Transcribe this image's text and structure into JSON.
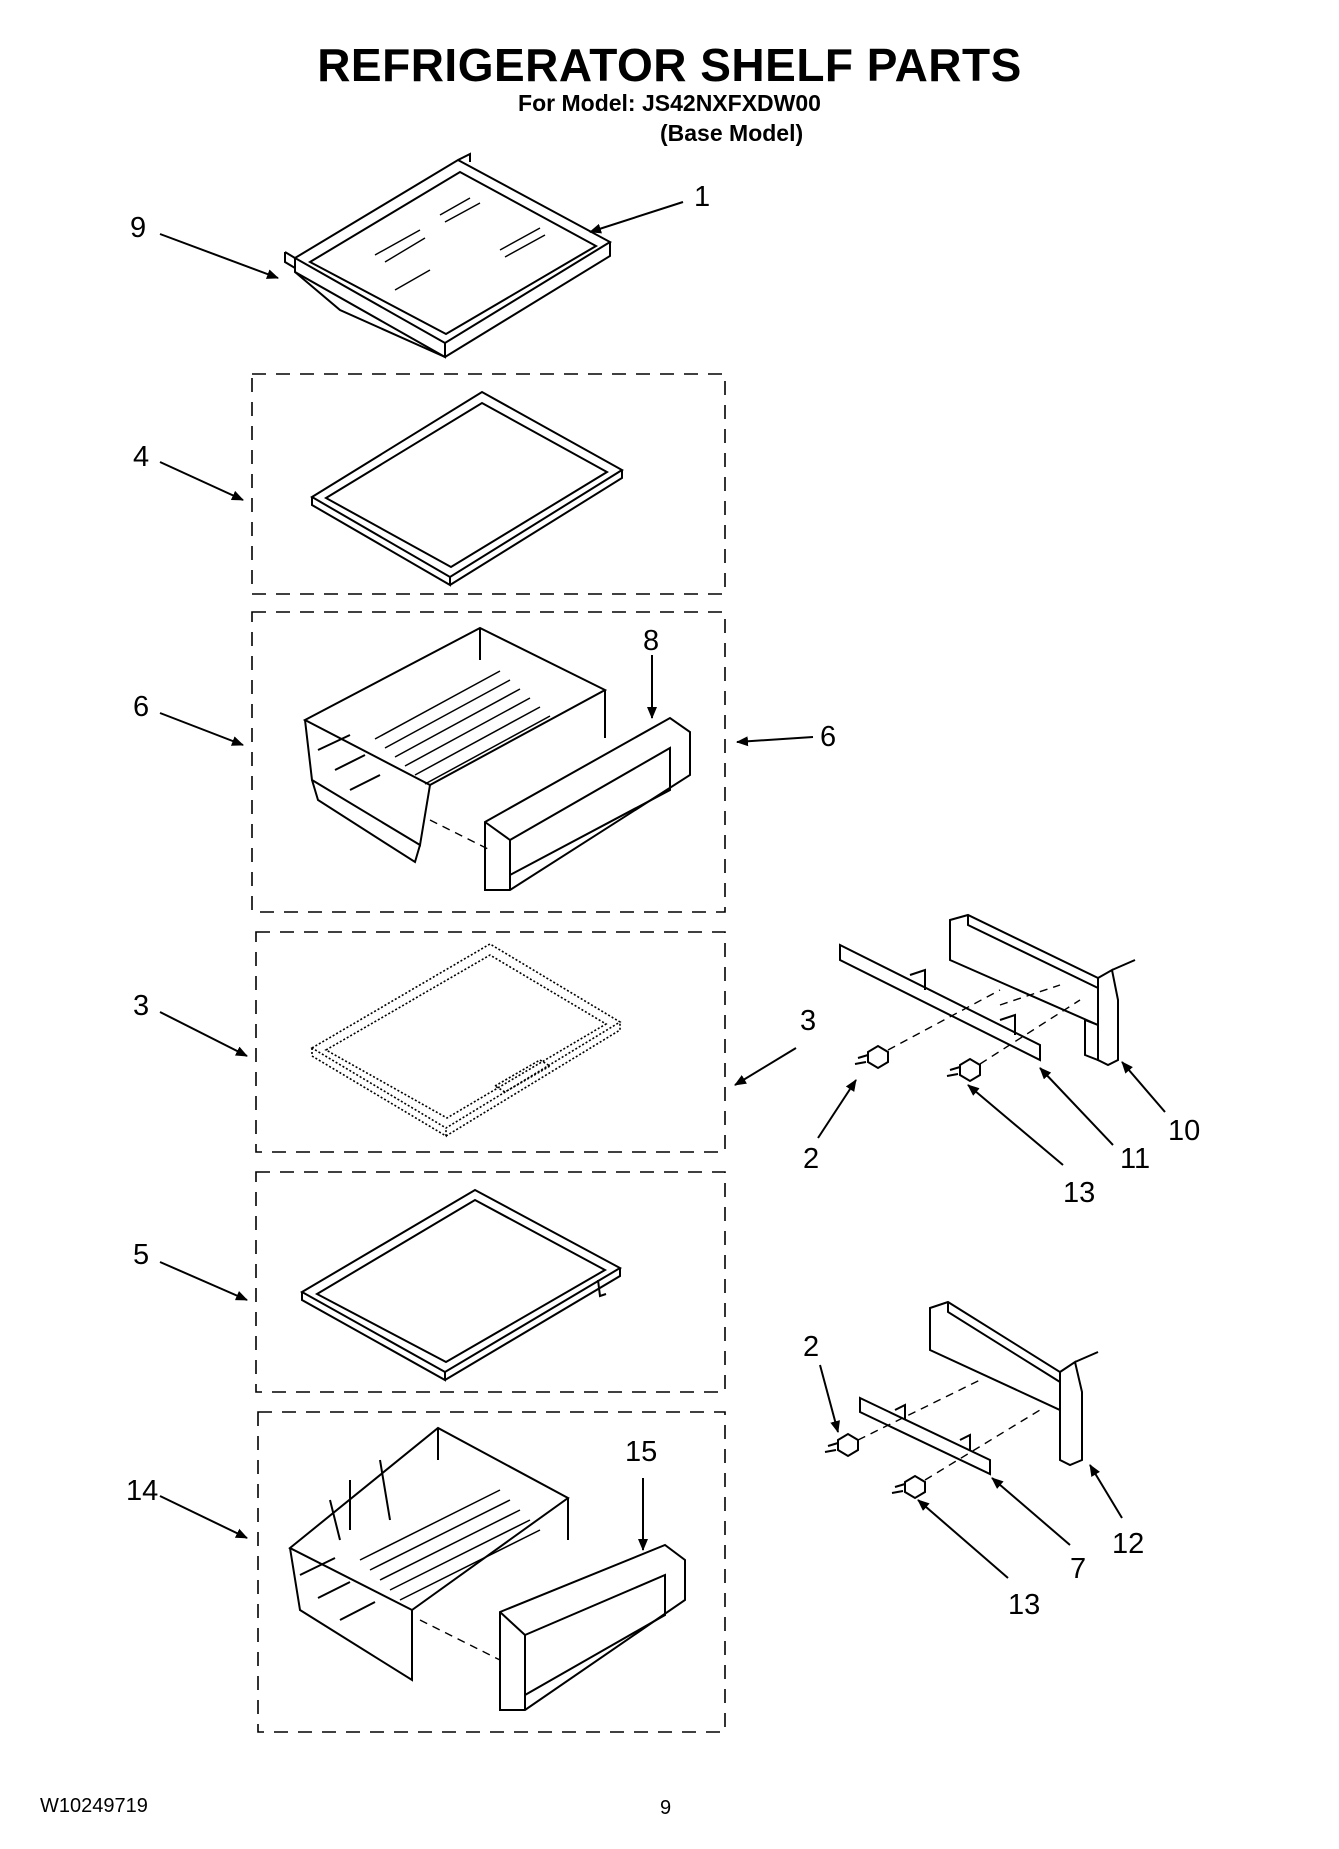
{
  "header": {
    "title": "REFRIGERATOR SHELF PARTS",
    "model_line": "For Model: JS42NXFXDW00",
    "model_type": "(Base Model)"
  },
  "footer": {
    "doc_number": "W10249719",
    "page_number": "9"
  },
  "callouts": {
    "c1": "1",
    "c9": "9",
    "c4": "4",
    "c6a": "6",
    "c8": "8",
    "c6b": "6",
    "c3a": "3",
    "c3b": "3",
    "c5": "5",
    "c14": "14",
    "c15": "15",
    "c2a": "2",
    "c10": "10",
    "c11": "11",
    "c13a": "13",
    "c2b": "2",
    "c12": "12",
    "c7": "7",
    "c13b": "13"
  }
}
